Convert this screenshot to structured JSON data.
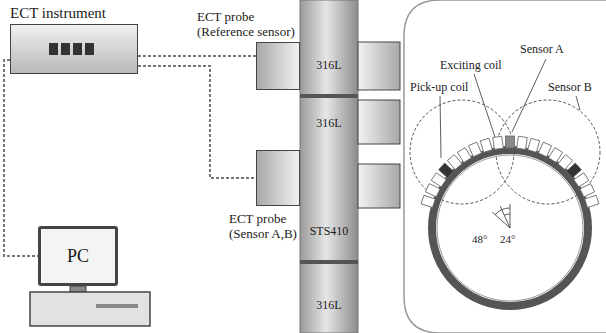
{
  "diagram": {
    "nodes": [
      {
        "text": [
          "ECT instrument"
        ]
      },
      {
        "text": [
          "ECT probe (Reference sensor)"
        ]
      },
      {
        "text": [
          "ECT probe (Sensor A,B)"
        ]
      },
      {
        "text": [
          "PC"
        ]
      }
    ],
    "edges": [
      {
        "from": 0,
        "to": 1,
        "arrow": "none"
      },
      {
        "from": 0,
        "to": 2,
        "arrow": "none"
      },
      {
        "from": 0,
        "to": 3,
        "arrow": "none"
      }
    ],
    "labels": [
      "316L",
      "316L",
      "STS410",
      "316L",
      "Exciting coil",
      "Sensor A",
      "Sensor B",
      "Pick-up coil",
      "48°",
      "24°"
    ]
  }
}
